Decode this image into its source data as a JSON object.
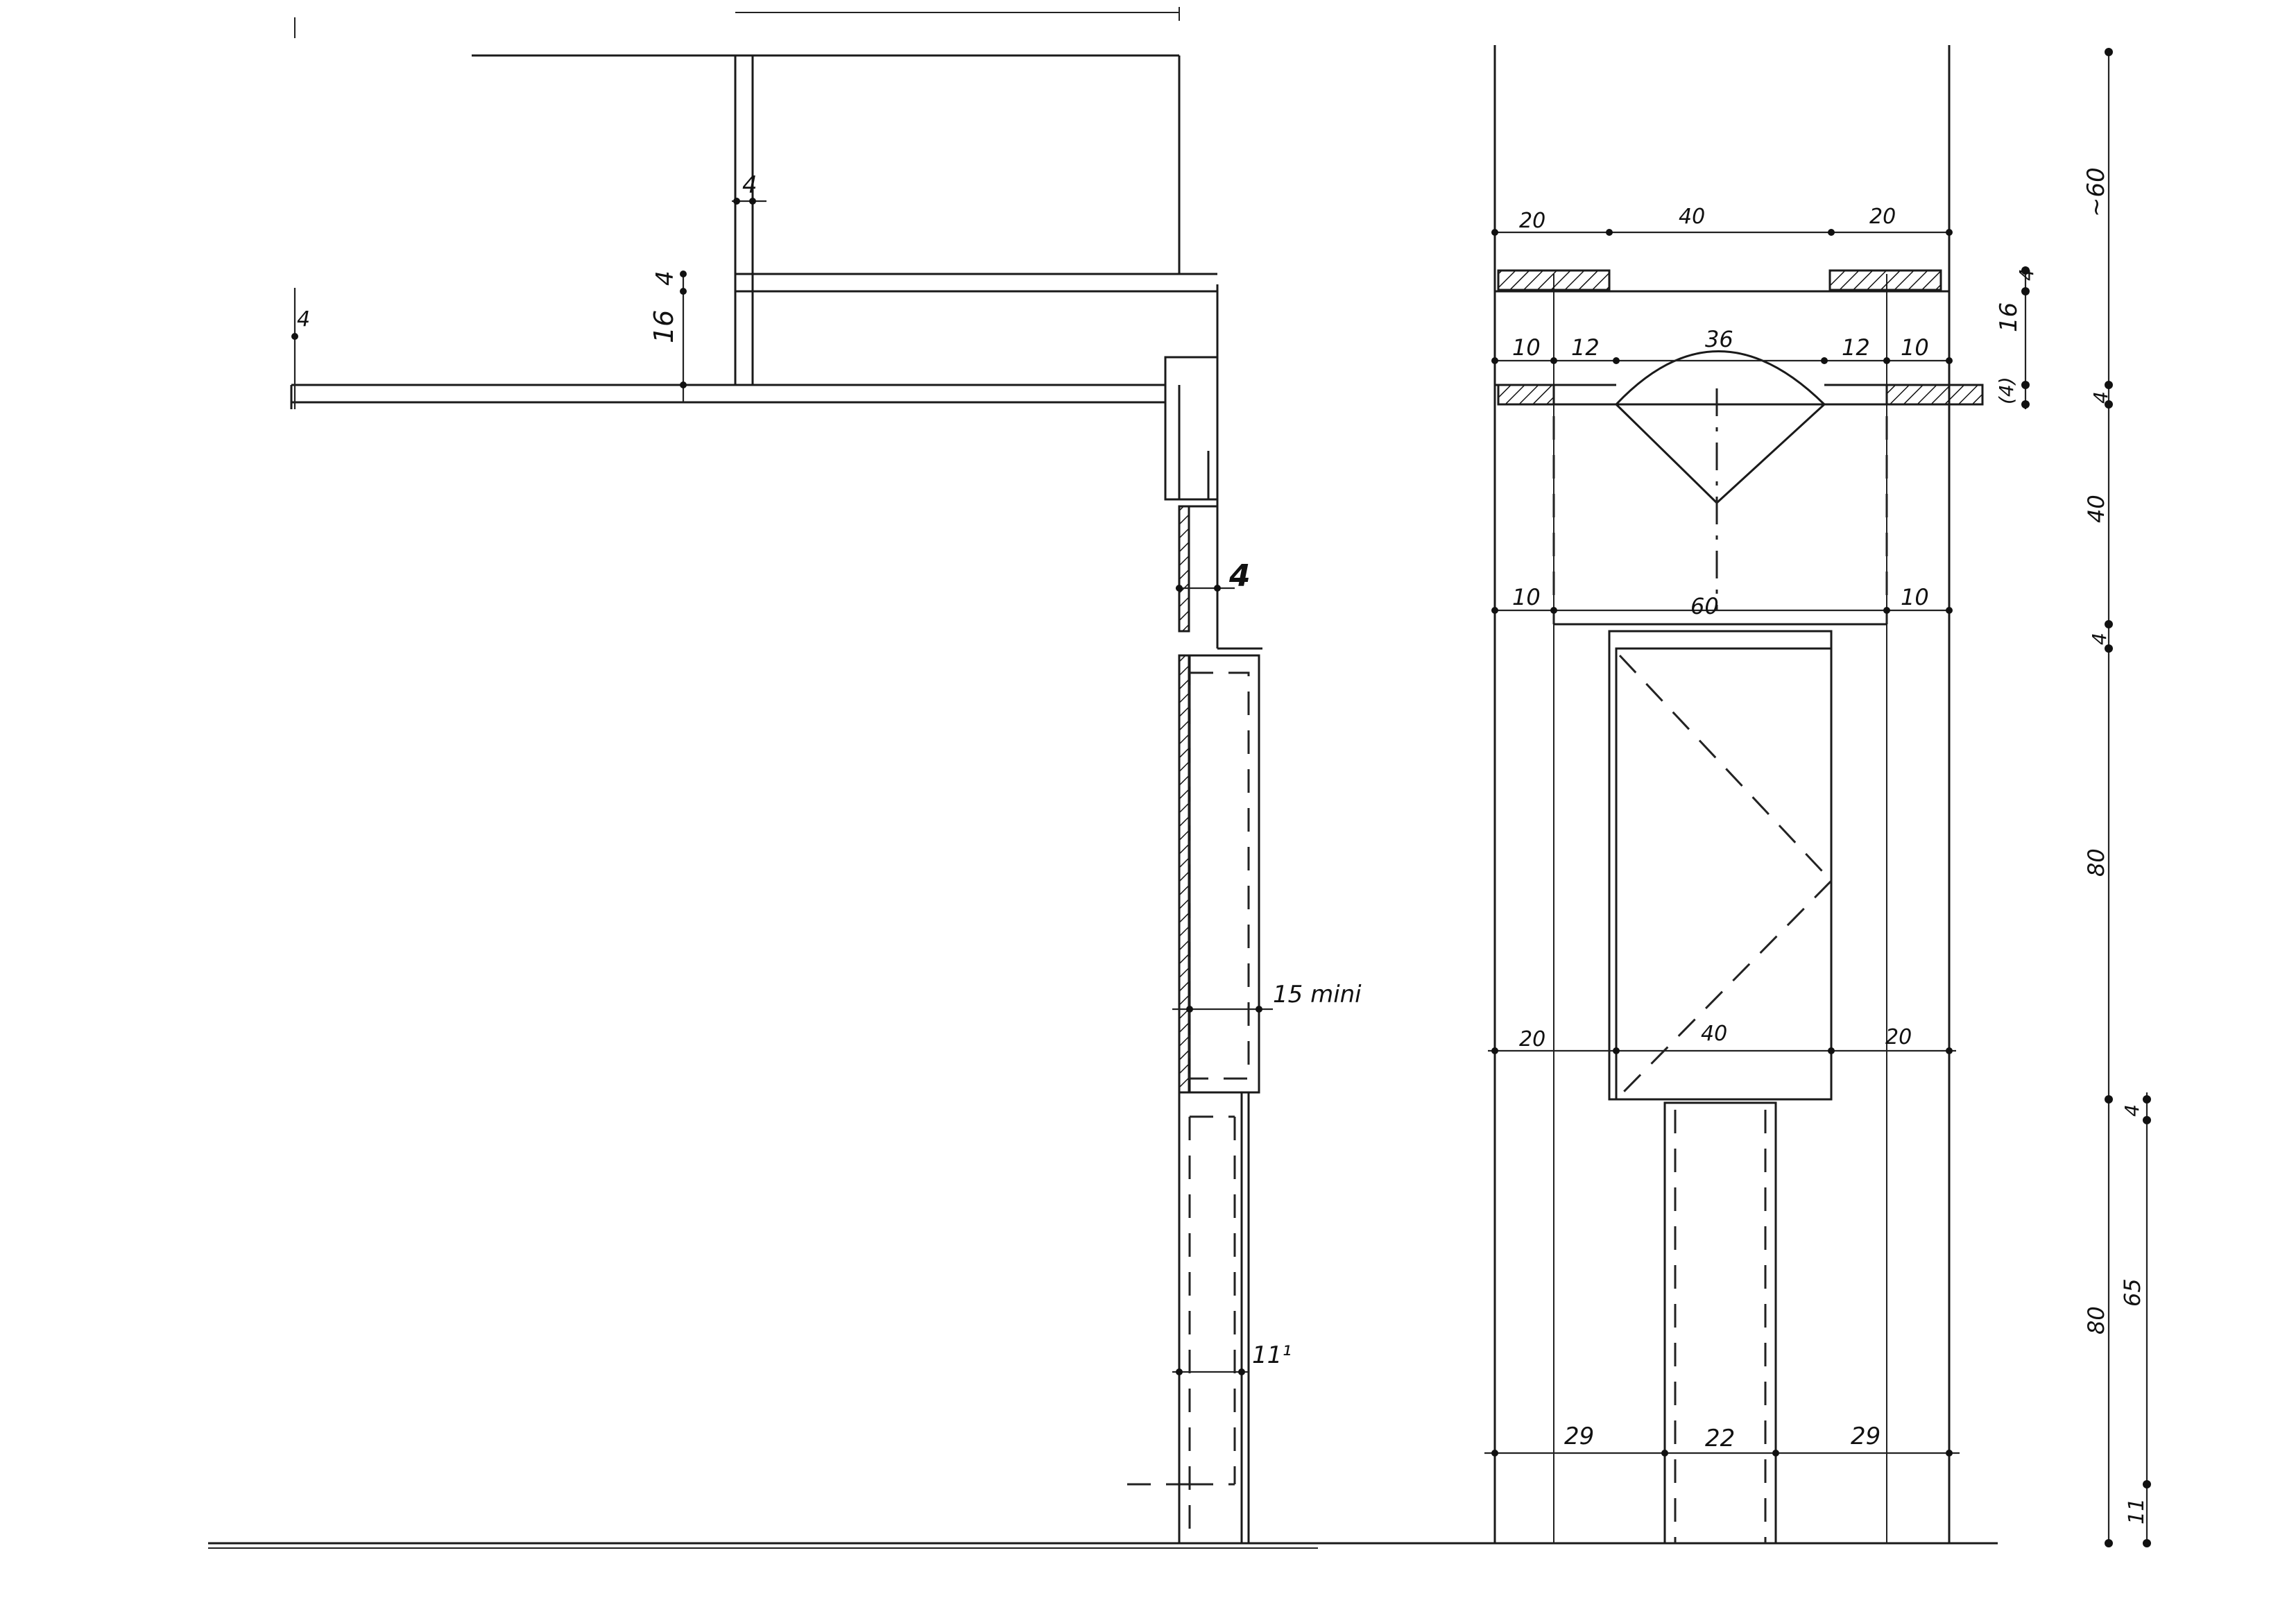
{
  "section_view": {
    "dims": {
      "top_4": "4",
      "left_4": "4",
      "left_16": "16",
      "left_small": "4",
      "slot_4": "4",
      "opening_15": "15 mini",
      "lower_11": "11¹"
    }
  },
  "front_view": {
    "top_row": [
      "20",
      "40",
      "20"
    ],
    "second_row": [
      "10",
      "12",
      "36",
      "12",
      "10"
    ],
    "third_row": [
      "10",
      "60",
      "10"
    ],
    "fourth_row": [
      "20",
      "40",
      "20"
    ],
    "bottom_row": [
      "29",
      "22",
      "29"
    ]
  },
  "vertical_dims": {
    "outer": [
      "~60",
      "4",
      "16",
      "(4)",
      "4",
      "40",
      "4",
      "80",
      "80"
    ],
    "inner": [
      "4",
      "65",
      "11"
    ]
  }
}
